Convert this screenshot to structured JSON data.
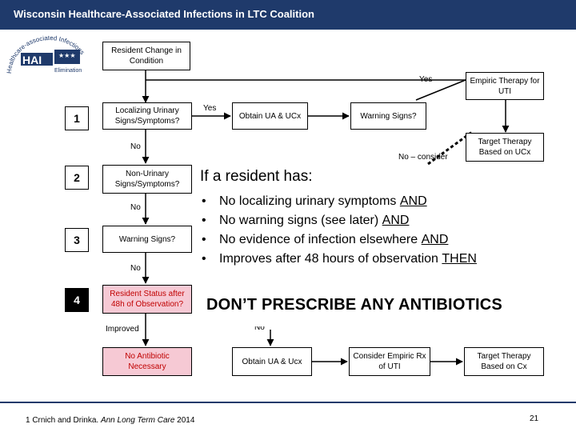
{
  "header": {
    "title": "Wisconsin Healthcare-Associated Infections in LTC Coalition"
  },
  "logo": {
    "arc_text": "Healthcare-associated Infections",
    "mark": "HAI",
    "sub": "Elimination"
  },
  "steps": [
    "1",
    "2",
    "3",
    "4"
  ],
  "boxes": {
    "start": "Resident Change in Condition",
    "q1": "Localizing Urinary Signs/Symptoms?",
    "q2": "Non-Urinary Signs/Symptoms?",
    "q3": "Warning Signs?",
    "q4": "Resident Status after 48h of Observation?",
    "obtain_top": "Obtain UA & UCx",
    "warning": "Warning Signs?",
    "empiric": "Empiric Therapy for UTI",
    "target_top": "Target Therapy Based on UCx",
    "no_antibiotic": "No Antibiotic Necessary",
    "obtain_bottom": "Obtain UA & Ucx",
    "consider_empiric": "Consider Empiric Rx of UTI",
    "target_bottom": "Target Therapy Based on Cx"
  },
  "labels": {
    "yes_top": "Yes",
    "yes_q1": "Yes",
    "no_q1": "No",
    "no_q2": "No",
    "no_q3": "No",
    "improved": "Improved",
    "no_consider": "No – consider",
    "no_bottom": "No"
  },
  "overlay": {
    "title": "If a resident has:",
    "items": [
      {
        "text": "No localizing urinary symptoms ",
        "emph": "AND"
      },
      {
        "text": "No warning signs (see later) ",
        "emph": "AND"
      },
      {
        "text": "No evidence of infection elsewhere ",
        "emph": "AND"
      },
      {
        "text": "Improves after 48 hours of observation ",
        "emph": "THEN"
      }
    ],
    "bullet": "•",
    "dont": "DON’T PRESCRIBE ANY ANTIBIOTICS"
  },
  "footer": {
    "citation_pre": "1 Crnich and Drinka. ",
    "citation_journal": "Ann Long Term Care",
    "citation_year": " 2014",
    "page_number": "21"
  },
  "colors": {
    "header_bg": "#1f3a6b",
    "pink_box": "#f6c9d4",
    "pink_text": "#c00000"
  }
}
